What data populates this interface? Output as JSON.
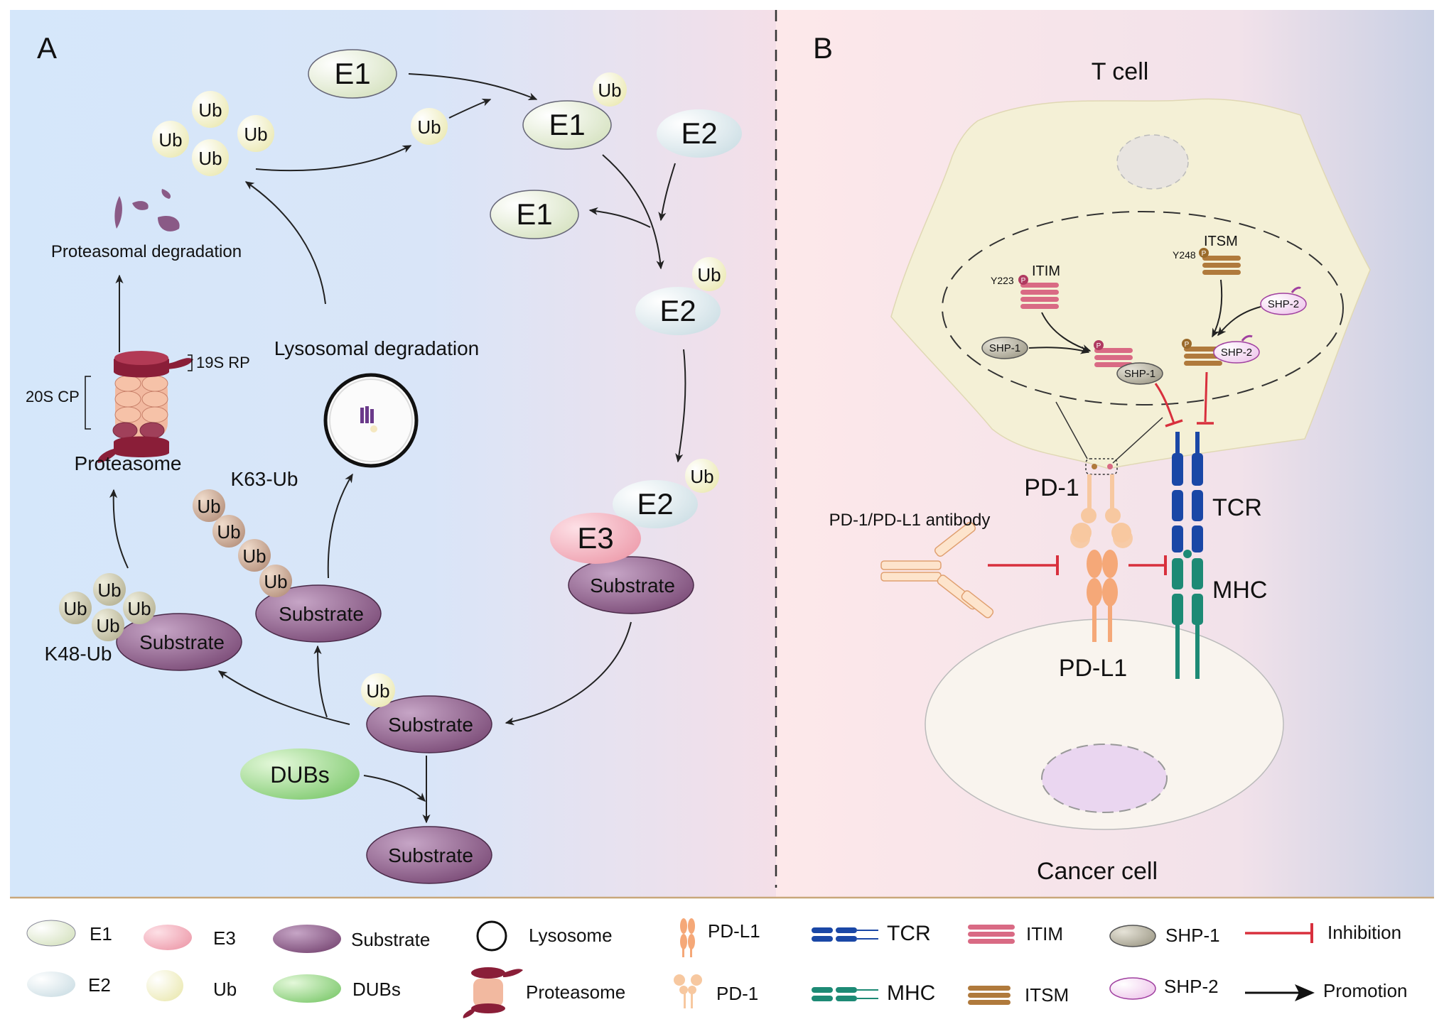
{
  "panel_a": {
    "letter": "A",
    "labels": {
      "proteasomal_degradation": "Proteasomal degradation",
      "lysosomal_degradation": "Lysosomal degradation",
      "rp19s": "19S RP",
      "cp20s": "20S CP",
      "proteasome": "Proteasome",
      "k63": "K63-Ub",
      "k48": "K48-Ub"
    },
    "enzymes": {
      "e1": "E1",
      "e2": "E2",
      "e3": "E3",
      "ub": "Ub",
      "substrate": "Substrate",
      "dubs": "DUBs"
    }
  },
  "panel_b": {
    "letter": "B",
    "t_cell": "T cell",
    "cancer_cell": "Cancer cell",
    "itim": "ITIM",
    "itsm": "ITSM",
    "y223": "Y223",
    "y248": "Y248",
    "p": "P",
    "shp1": "SHP-1",
    "shp2": "SHP-2",
    "pd1": "PD-1",
    "pdl1": "PD-L1",
    "tcr": "TCR",
    "mhc": "MHC",
    "antibody": "PD-1/PD-L1 antibody"
  },
  "legend": {
    "e1": "E1",
    "e2": "E2",
    "e3": "E3",
    "ub": "Ub",
    "substrate": "Substrate",
    "dubs": "DUBs",
    "lysosome": "Lysosome",
    "proteasome": "Proteasome",
    "pdl1": "PD-L1",
    "pd1": "PD-1",
    "tcr": "TCR",
    "mhc": "MHC",
    "itim": "ITIM",
    "itsm": "ITSM",
    "shp1": "SHP-1",
    "shp2": "SHP-2",
    "inhibition": "Inhibition",
    "promotion": "Promotion"
  },
  "colors": {
    "e1": "#e4ecd4",
    "e2": "#dce8ec",
    "e3": "#f3b8c2",
    "ub": "#f5f4d0",
    "substrate": "#8a5a86",
    "dubs": "#9cd68e",
    "tcr": "#1a47a6",
    "mhc": "#1d8a75",
    "pd": "#f5a878",
    "itim": "#d96a84",
    "itsm": "#b07a3c",
    "shp1": "#a9a594",
    "shp2": "#f0d0ee",
    "inhibition": "#d8303d",
    "cell": "#f4f0d6"
  }
}
